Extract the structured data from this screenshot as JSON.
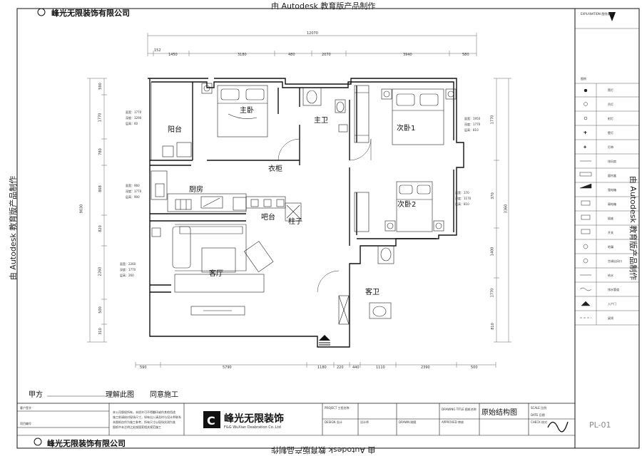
{
  "watermark": {
    "top": "由 Autodesk 教育版产品制作",
    "bottom": "由 Autodesk 教育版产品制作",
    "left": "由 Autodesk 教育版产品制作",
    "right": "由 Autodesk 教育版产品制作"
  },
  "company": {
    "name_top": "峰光无限装饰有限公司",
    "name_bottom": "峰光无限装饰有限公司",
    "logo_cn": "峰光无限装饰",
    "logo_en": "F&G WuXian Deabration Co.,Ltd"
  },
  "dimensions": {
    "total_width": "12070",
    "top": [
      "152",
      "1450",
      "3180",
      "480",
      "2070",
      "3940",
      "580"
    ],
    "bottom": [
      "590",
      "5790",
      "1180",
      "220",
      "440",
      "1110",
      "2390",
      "500"
    ],
    "left_total": "9030",
    "left": [
      "590",
      "1770",
      "780",
      "868",
      "820",
      "2260",
      "500",
      "310"
    ],
    "right_total": "3360",
    "right": [
      "1770",
      "370",
      "1400",
      "1770",
      "810"
    ]
  },
  "rooms": {
    "master_bedroom": "主卧",
    "balcony": "阳台",
    "master_bath": "主卫",
    "bedroom1": "次卧1",
    "closet": "衣柜",
    "kitchen": "厨房",
    "bar": "吧台",
    "column": "柱子",
    "bedroom2": "次卧2",
    "living": "客厅",
    "guest_bath": "客卫"
  },
  "notes": {
    "balcony": [
      "面宽：1770",
      "深度：3290",
      "层高：60"
    ],
    "kitchen": [
      "面宽：960",
      "深度：1770",
      "层高：900"
    ],
    "living": [
      "面宽：2260",
      "深度：1770",
      "层高：260"
    ],
    "bedroom1": [
      "面宽：1950",
      "深度：1770",
      "层高：810"
    ],
    "bedroom2": [
      "面宽：370",
      "深度：1170",
      "层高：810"
    ]
  },
  "signoff": {
    "party_a": "甲方",
    "understand": "理解此图",
    "agree": "同意施工"
  },
  "titleblock": {
    "drawing_title_label": "DRAWING TITLE 图纸名称",
    "drawing_title": "原始结构图",
    "sheet_no": "PL-01",
    "scale": "SCALE 比例",
    "approved": "APPROVED 审核",
    "designed": "设计师",
    "check": "CHECK 校对",
    "project": "PROJECT 工程名称",
    "design_label": "DESIGN 设计",
    "drawn": "DRAWN 制图",
    "owner": "客户签字",
    "date": "DATE 日期",
    "code": "项目编号",
    "note_lines": [
      "本公司版权所有，未经许可不得翻印或作其他用途",
      "施工前请核对现场尺寸，如有出入请及时与设计师联系",
      "本图纸仅作为施工参考，所有尺寸以现场实测为准",
      "图纸中未注明之处按国家相关规范施工"
    ]
  },
  "legend": {
    "header": "EXPLANATION 图例说明",
    "col_label": "图例",
    "items": [
      "筒灯",
      "吊灯",
      "射灯",
      "壁灯",
      "灯带",
      "排风扇",
      "窗帘盒",
      "强电箱",
      "弱电箱",
      "插座",
      "开关",
      "地漏",
      "空调出风口",
      "给水",
      "排水管道",
      "入户门",
      "梁线"
    ]
  }
}
